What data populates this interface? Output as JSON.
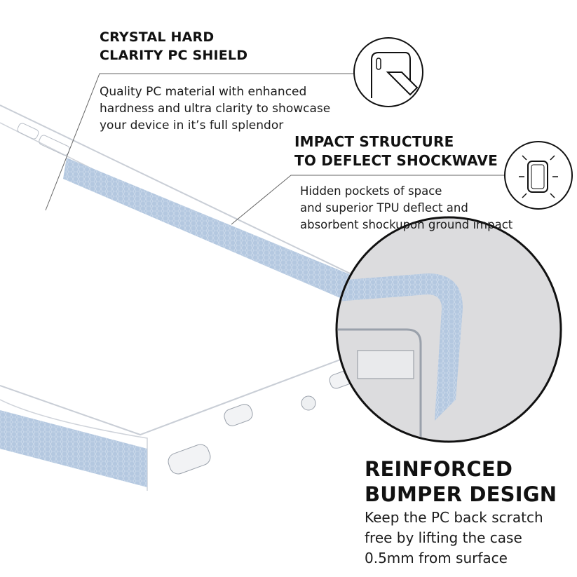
{
  "features": [
    {
      "title_lines": [
        "CRYSTAL HARD",
        "CLARITY PC SHIELD"
      ],
      "body_lines": [
        "Quality PC material with enhanced",
        "hardness and ultra clarity to showcase",
        "your device in it’s full splendor"
      ],
      "icon": "phone-touch-icon"
    },
    {
      "title_lines": [
        "IMPACT STRUCTURE",
        "TO DEFLECT SHOCKWAVE"
      ],
      "body_lines": [
        "Hidden pockets of space",
        "and superior TPU deflect and",
        "absorbent shockupon ground impact"
      ],
      "icon": "shock-absorb-icon"
    },
    {
      "title_lines": [
        "REINFORCED",
        "BUMPER DESIGN"
      ],
      "body_lines": [
        "Keep the PC back scratch",
        "free by lifting the case",
        "0.5mm from surface"
      ],
      "icon": "magnified-corner"
    }
  ],
  "colors": {
    "tpu_blue": "#b4c8e0",
    "magnifier_bg": "#dcdcde",
    "text": "#111111"
  }
}
